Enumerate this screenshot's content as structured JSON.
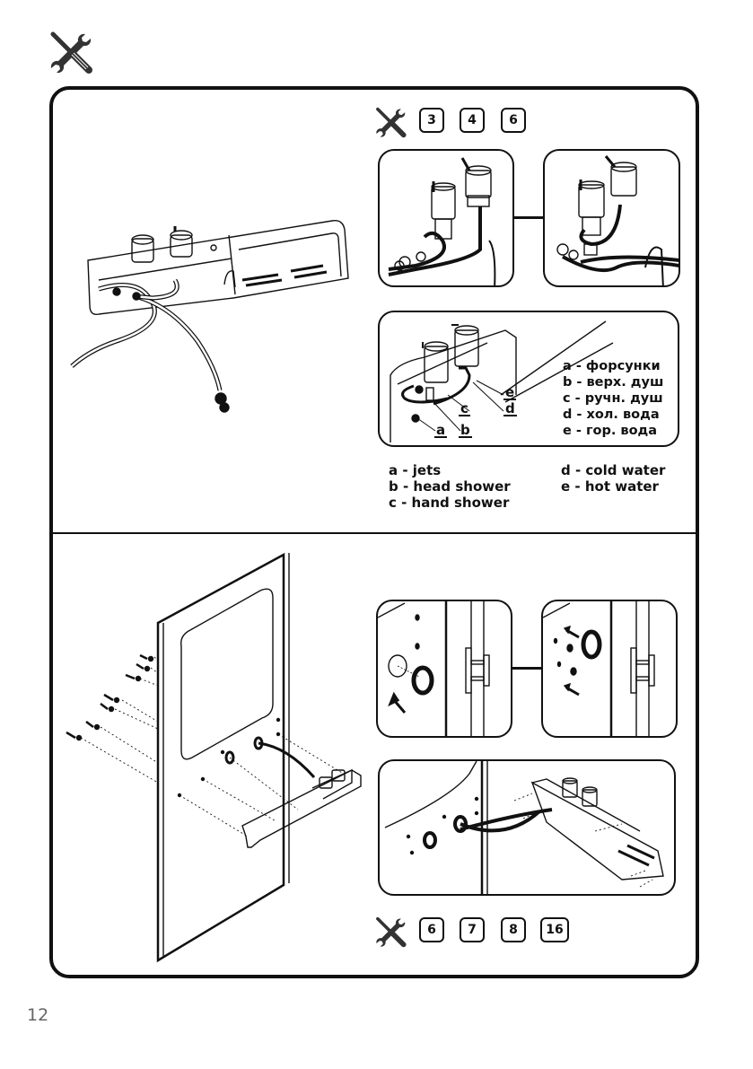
{
  "page": {
    "number": "12",
    "header_icon": "tools-icon"
  },
  "step1": {
    "tools_icon": "tools-icon",
    "tool_numbers": [
      "3",
      "4",
      "6"
    ],
    "callout_labels": [
      "a",
      "b",
      "c",
      "d",
      "e"
    ],
    "legend_ru": [
      "a - форсунки",
      "b - верх. душ",
      "c - ручн. душ",
      "d - хол. вода",
      "e - гор. вода"
    ],
    "legend_en_left": [
      "a - jets",
      "b - head shower",
      "c - hand shower"
    ],
    "legend_en_right": [
      "d - cold water",
      "e - hot water"
    ]
  },
  "step2": {
    "tools_icon": "tools-icon",
    "tool_numbers": [
      "6",
      "7",
      "8",
      "16"
    ]
  }
}
